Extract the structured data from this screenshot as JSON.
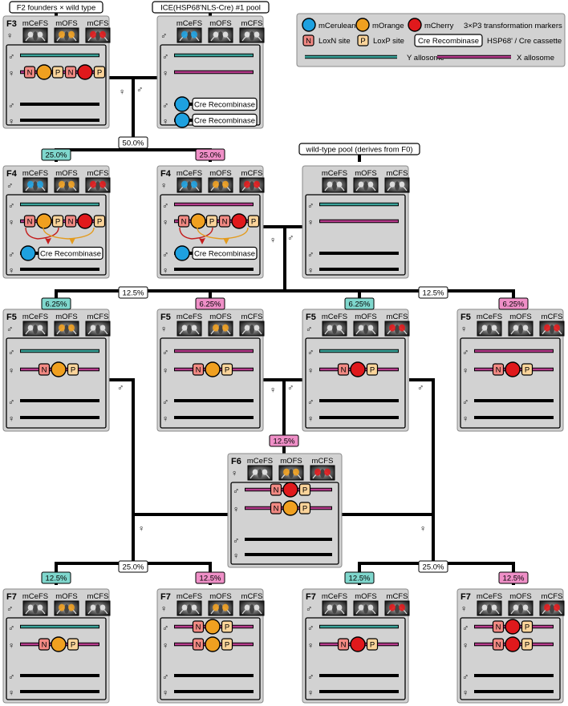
{
  "colors": {
    "y_allosome": "#3aa39a",
    "x_allosome": "#b63b8c",
    "mCerulean": "#1ea1e0",
    "mOrange": "#f0a020",
    "mCherry": "#e0191c",
    "loxN": "#f28a84",
    "loxP": "#fbd49a",
    "teal_badge": "#7fd7cd",
    "pink_badge": "#ef8fc7",
    "panel_bg": "#d2d2d2"
  },
  "legend": {
    "mCerulean": "mCerulean",
    "mOrange": "mOrange",
    "mCherry": "mCherry",
    "markers_note": "3×P3 transformation markers",
    "loxn_letter": "N",
    "loxn_label": "LoxN site",
    "loxp_letter": "P",
    "loxp_label": "LoxP site",
    "cre_box": "Cre Recombinase",
    "cre_label": "HSP68' / Cre cassette",
    "y_label": "Y allosome",
    "x_label": "X allosome"
  },
  "symbols": {
    "male": "♂",
    "female": "♀"
  },
  "columns": [
    "mCeFS",
    "mOFS",
    "mCFS"
  ],
  "cre_label": "Cre Recombinase",
  "titles": {
    "f3_left": "F2 founders × wild type",
    "f3_right": "ICE(HSP68'NLS-Cre) #1 pool",
    "wt_pool": "wild-type pool (derives from F0)"
  },
  "generations": {
    "f3": "F3",
    "f4": "F4",
    "f5": "F5",
    "f6": "F6",
    "f7": "F7"
  },
  "percentages": {
    "p50": "50.0%",
    "p25": "25.0%",
    "p12_5": "12.5%",
    "p6_25": "6.25%"
  }
}
